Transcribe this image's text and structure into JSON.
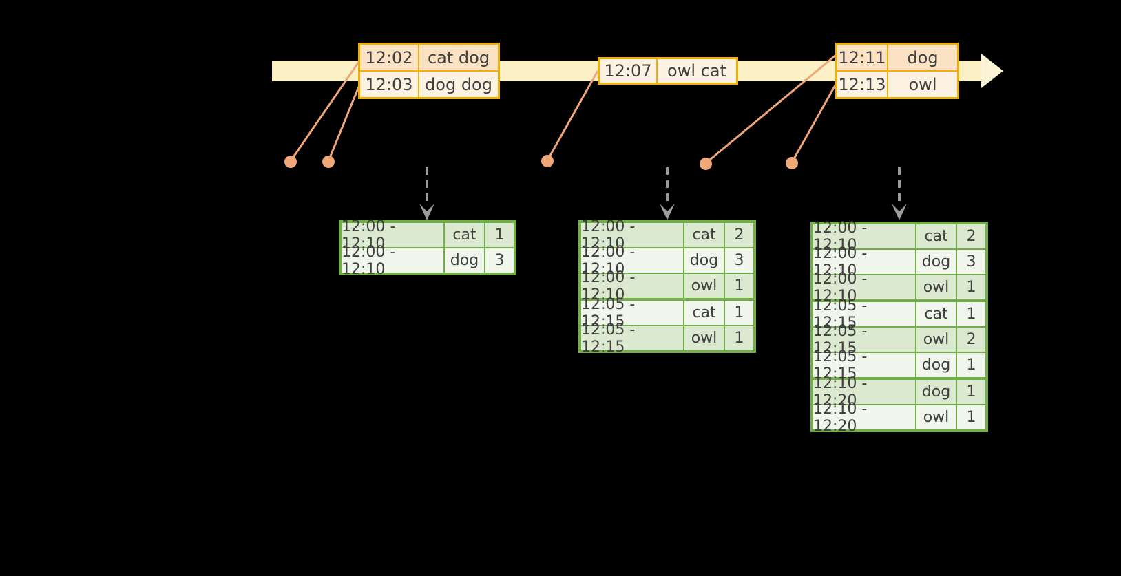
{
  "colors": {
    "bg": "#000000",
    "band": "#FBF0C6",
    "arrow-head": "#FCF3D6",
    "gold": "#F0B000",
    "peach": "#FAE2C2",
    "cream": "#FDF2E2",
    "orange": "#EFA678",
    "gray": "#9B9B9B",
    "green": "#72AD47",
    "green-dark": "#DBE9D0",
    "green-light": "#F1F6EC",
    "ink": "#3F3F40"
  },
  "timeline": {
    "event_tables": [
      {
        "rows": [
          {
            "time": "12:02",
            "words": "cat dog"
          },
          {
            "time": "12:03",
            "words": "dog dog"
          }
        ]
      },
      {
        "rows": [
          {
            "time": "12:07",
            "words": "owl cat"
          }
        ]
      },
      {
        "rows": [
          {
            "time": "12:11",
            "words": "dog"
          },
          {
            "time": "12:13",
            "words": "owl"
          }
        ]
      }
    ]
  },
  "result_tables": [
    {
      "rows": [
        {
          "window": "12:00 - 12:10",
          "word": "cat",
          "count": "1"
        },
        {
          "window": "12:00 - 12:10",
          "word": "dog",
          "count": "3"
        }
      ]
    },
    {
      "rows": [
        {
          "window": "12:00 - 12:10",
          "word": "cat",
          "count": "2"
        },
        {
          "window": "12:00 - 12:10",
          "word": "dog",
          "count": "3"
        },
        {
          "window": "12:00 - 12:10",
          "word": "owl",
          "count": "1"
        },
        {
          "window": "12:05 - 12:15",
          "word": "cat",
          "count": "1"
        },
        {
          "window": "12:05 - 12:15",
          "word": "owl",
          "count": "1"
        }
      ]
    },
    {
      "rows": [
        {
          "window": "12:00 - 12:10",
          "word": "cat",
          "count": "2"
        },
        {
          "window": "12:00 - 12:10",
          "word": "dog",
          "count": "3"
        },
        {
          "window": "12:00 - 12:10",
          "word": "owl",
          "count": "1"
        },
        {
          "window": "12:05 - 12:15",
          "word": "cat",
          "count": "1"
        },
        {
          "window": "12:05 - 12:15",
          "word": "owl",
          "count": "2"
        },
        {
          "window": "12:05 - 12:15",
          "word": "dog",
          "count": "1"
        },
        {
          "window": "12:10 - 12:20",
          "word": "dog",
          "count": "1"
        },
        {
          "window": "12:10 - 12:20",
          "word": "owl",
          "count": "1"
        }
      ]
    }
  ]
}
